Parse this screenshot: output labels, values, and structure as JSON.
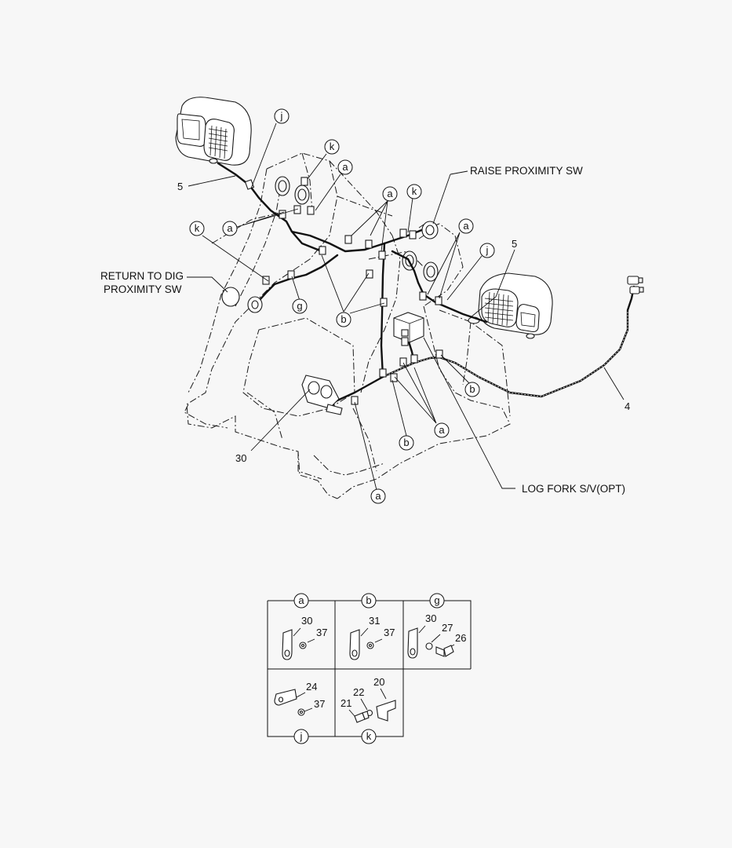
{
  "labels": {
    "raise_proximity_sw": "RAISE PROXIMITY SW",
    "return_to_dig_line1": "RETURN TO DIG",
    "return_to_dig_line2": "PROXIMITY SW",
    "log_fork": "LOG FORK S/V(OPT)"
  },
  "callouts": {
    "n5_left": "5",
    "n5_right": "5",
    "n4": "4",
    "n30": "30"
  },
  "bubbles": {
    "j_top": "j",
    "k_top": "k",
    "a_top": "a",
    "a_mid1": "a",
    "k_mid": "k",
    "a_left": "a",
    "k_left": "k",
    "g_mid": "g",
    "b_mid": "b",
    "a_right": "a",
    "j_right": "j",
    "b_right": "b",
    "a_lower": "a",
    "b_lower": "b",
    "a_bottom": "a"
  },
  "detail_table": {
    "a": {
      "letter": "a",
      "parts": [
        "30",
        "37"
      ]
    },
    "b": {
      "letter": "b",
      "parts": [
        "31",
        "37"
      ]
    },
    "g": {
      "letter": "g",
      "parts": [
        "30",
        "27",
        "26"
      ]
    },
    "j": {
      "letter": "j",
      "parts": [
        "24",
        "37"
      ]
    },
    "k": {
      "letter": "k",
      "parts": [
        "20",
        "22",
        "21"
      ]
    }
  }
}
